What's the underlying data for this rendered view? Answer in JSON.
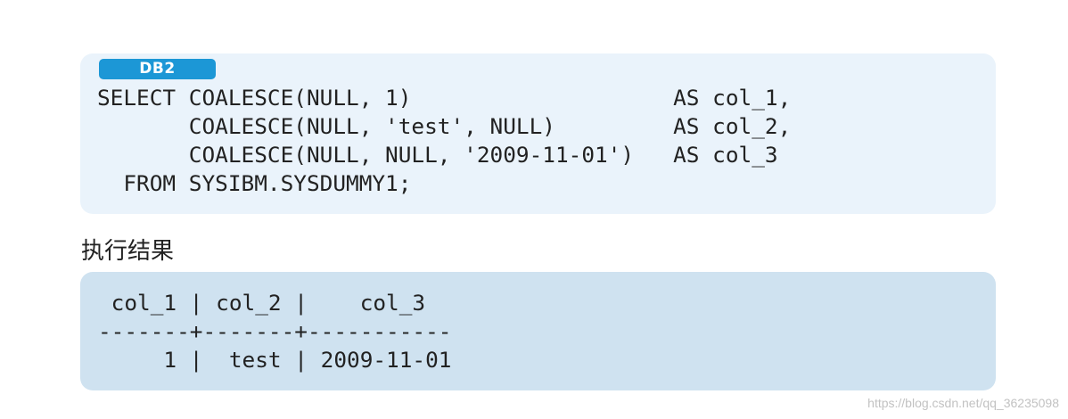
{
  "code_block": {
    "badge": "DB2",
    "lines": [
      "SELECT COALESCE(NULL, 1)                    AS col_1,",
      "       COALESCE(NULL, 'test', NULL)         AS col_2,",
      "       COALESCE(NULL, NULL, '2009-11-01')   AS col_3",
      "  FROM SYSIBM.SYSDUMMY1;"
    ]
  },
  "result_section": {
    "title": "执行结果",
    "header": " col_1 | col_2 |    col_3",
    "separator": "-------+-------+-----------",
    "row": "     1 |  test | 2009-11-01"
  },
  "watermark": "https://blog.csdn.net/qq_36235098",
  "colors": {
    "code_bg": "#eaf3fb",
    "result_bg": "#cfe2f0",
    "badge_bg": "#1c97d6",
    "text": "#222222"
  }
}
